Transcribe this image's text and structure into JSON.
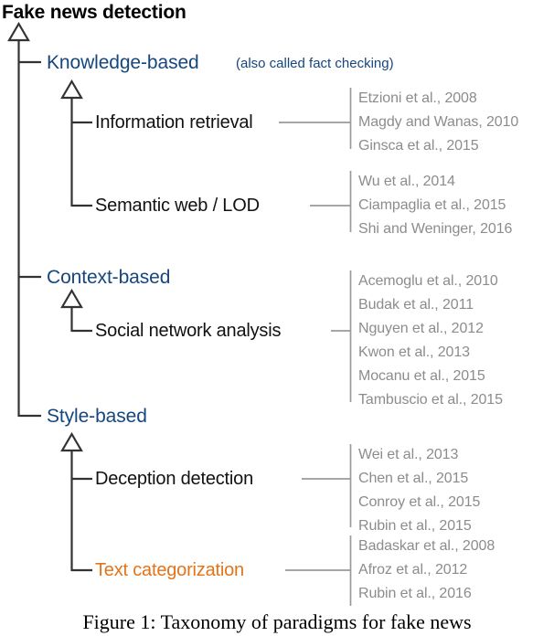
{
  "figure": {
    "title": "Fake news detection",
    "caption": "Figure 1: Taxonomy of paradigms for fake news",
    "colors": {
      "category": "#16467f",
      "accent": "#e3741a",
      "leaf": "#111111",
      "citation": "#8c8c8c",
      "line": "#333333",
      "citation_rule": "#9a9a9a"
    }
  },
  "categories": [
    {
      "label": "Knowledge-based",
      "note": "(also called fact checking)",
      "leaves": [
        {
          "label": "Information retrieval",
          "accent": false,
          "citations": [
            "Etzioni et al., 2008",
            "Magdy and Wanas, 2010",
            "Ginsca et al., 2015"
          ]
        },
        {
          "label": "Semantic web / LOD",
          "accent": false,
          "citations": [
            "Wu et al., 2014",
            "Ciampaglia et al., 2015",
            "Shi and Weninger, 2016"
          ]
        }
      ]
    },
    {
      "label": "Context-based",
      "note": "",
      "leaves": [
        {
          "label": "Social network analysis",
          "accent": false,
          "citations": [
            "Acemoglu et al., 2010",
            "Budak et al., 2011",
            "Nguyen et al., 2012",
            "Kwon et al., 2013",
            "Mocanu et al., 2015",
            "Tambuscio et al., 2015"
          ]
        }
      ]
    },
    {
      "label": "Style-based",
      "note": "",
      "leaves": [
        {
          "label": "Deception detection",
          "accent": false,
          "citations": [
            "Wei et al., 2013",
            "Chen et al., 2015",
            "Conroy et al., 2015",
            "Rubin et al., 2015"
          ]
        },
        {
          "label": "Text categorization",
          "accent": true,
          "citations": [
            "Badaskar et al., 2008",
            "Afroz et al., 2012",
            "Rubin et al., 2016"
          ]
        }
      ]
    }
  ]
}
